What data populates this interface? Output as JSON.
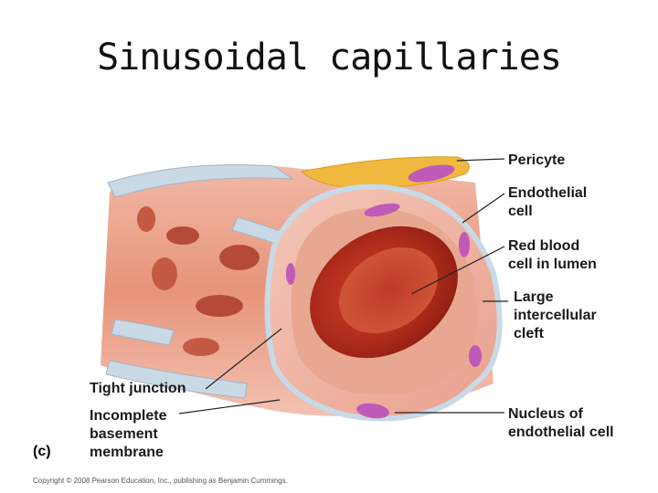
{
  "title": "Sinusoidal capillaries",
  "labels": {
    "pericyte": "Pericyte",
    "endothelial_cell": "Endothelial\ncell",
    "red_blood_cell": "Red blood\ncell in lumen",
    "large_cleft": "Large\nintercellular\ncleft",
    "nucleus": "Nucleus of\nendothelial cell",
    "tight_junction": "Tight junction",
    "incomplete_membrane": "Incomplete\nbasement\nmembrane"
  },
  "panel_letter": "(c)",
  "copyright": "Copyright © 2008 Pearson Education, Inc., publishing as Benjamin Cummings."
}
